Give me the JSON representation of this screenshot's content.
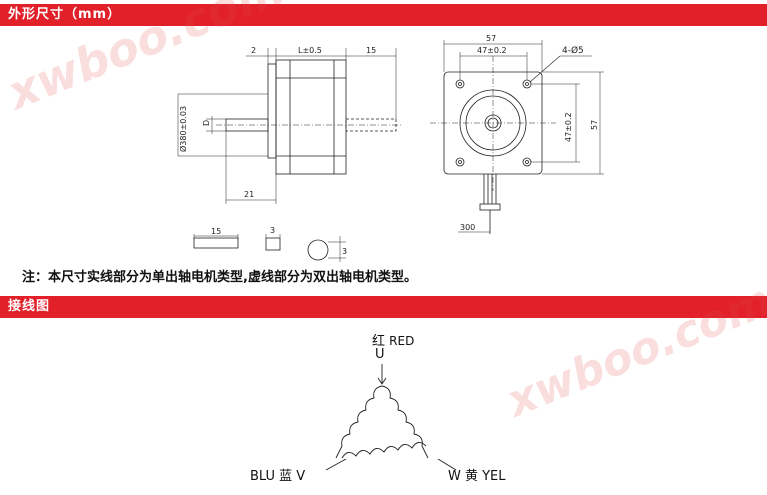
{
  "section_dimensions": {
    "title": "外形尺寸（mm）"
  },
  "section_wiring": {
    "title": "接线图"
  },
  "side_view": {
    "dim_2": "2",
    "dim_l": "L±0.5",
    "dim_15": "15",
    "dim_d": "D",
    "dim_shaft": "Ø380±0.03",
    "dim_21": "21"
  },
  "front_view": {
    "dim_57_top": "57",
    "dim_47_top": "47±0.2",
    "dim_holes": "4-Ø5",
    "dim_47_side": "47±0.2",
    "dim_57_side": "57",
    "dim_300": "300"
  },
  "detail_views": {
    "key_15": "15",
    "key_3": "3",
    "flat_3": "3"
  },
  "note": "注：本尺寸实线部分为单出轴电机类型,虚线部分为双出轴电机类型。",
  "wiring": {
    "top_cn": "红",
    "top_en": "RED",
    "top_u": "U",
    "left_label": "BLU 蓝 V",
    "right_label": "W 黄 YEL"
  },
  "watermark": "xwboo.com",
  "colors": {
    "header_bar": "#e1202a",
    "watermark": "#e64646"
  }
}
